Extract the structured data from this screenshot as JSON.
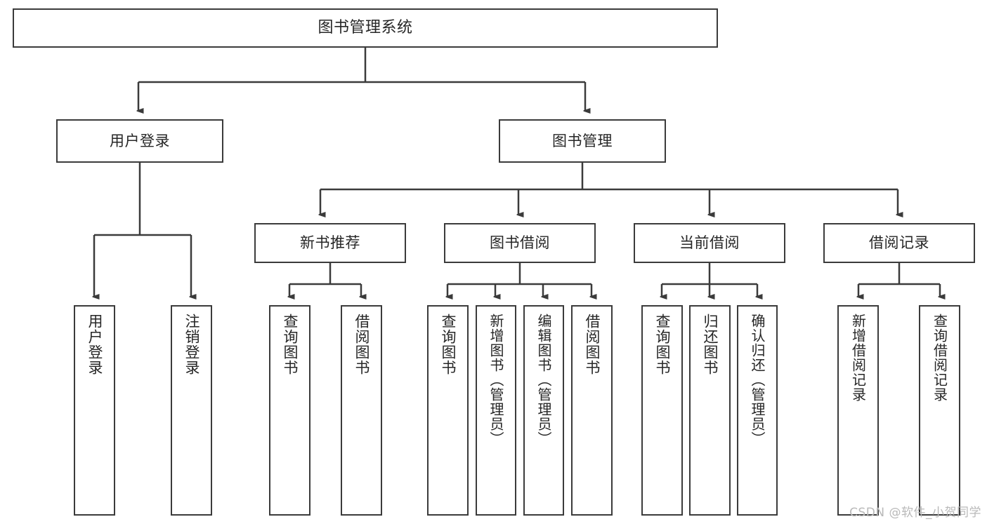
{
  "diagram": {
    "type": "tree-hierarchy",
    "title": "图书管理系统",
    "watermark": "CSDN @软件_小贺同学",
    "colors": {
      "box_border": "#3b3b3b",
      "box_fill": "#ffffff",
      "connector": "#3b3b3b",
      "text": "#262626",
      "watermark": "#b9b9b9",
      "background": "#ffffff"
    },
    "levels": {
      "root": "图书管理系统",
      "level2": [
        "用户登录",
        "图书管理"
      ],
      "level3": [
        "新书推荐",
        "图书借阅",
        "当前借阅",
        "借阅记录"
      ]
    },
    "nodes": {
      "root": {
        "label": "图书管理系统"
      },
      "user_login": {
        "label": "用户登录"
      },
      "book_manage": {
        "label": "图书管理"
      },
      "new_book_rec": {
        "label": "新书推荐"
      },
      "book_borrow": {
        "label": "图书借阅"
      },
      "current_borrow": {
        "label": "当前借阅"
      },
      "borrow_record": {
        "label": "借阅记录"
      },
      "leaf_user_login": {
        "label": "用户登录"
      },
      "leaf_logout": {
        "label": "注销登录"
      },
      "leaf_query_book_a": {
        "label": "查询图书"
      },
      "leaf_borrow_book_a": {
        "label": "借阅图书"
      },
      "leaf_query_book_b": {
        "label": "查询图书"
      },
      "leaf_add_book": {
        "label": "新增图书（管理员）"
      },
      "leaf_edit_book": {
        "label": "编辑图书（管理员）"
      },
      "leaf_borrow_book_b": {
        "label": "借阅图书"
      },
      "leaf_query_book_c": {
        "label": "查询图书"
      },
      "leaf_return_book": {
        "label": "归还图书"
      },
      "leaf_confirm_return": {
        "label": "确认归还（管理员）"
      },
      "leaf_add_record": {
        "label": "新增借阅记录"
      },
      "leaf_query_record": {
        "label": "查询借阅记录"
      }
    },
    "edges": [
      {
        "from": "root",
        "to": "user_login"
      },
      {
        "from": "root",
        "to": "book_manage"
      },
      {
        "from": "user_login",
        "to": "leaf_user_login"
      },
      {
        "from": "user_login",
        "to": "leaf_logout"
      },
      {
        "from": "book_manage",
        "to": "new_book_rec"
      },
      {
        "from": "book_manage",
        "to": "book_borrow"
      },
      {
        "from": "book_manage",
        "to": "current_borrow"
      },
      {
        "from": "book_manage",
        "to": "borrow_record"
      },
      {
        "from": "new_book_rec",
        "to": "leaf_query_book_a"
      },
      {
        "from": "new_book_rec",
        "to": "leaf_borrow_book_a"
      },
      {
        "from": "book_borrow",
        "to": "leaf_query_book_b"
      },
      {
        "from": "book_borrow",
        "to": "leaf_add_book"
      },
      {
        "from": "book_borrow",
        "to": "leaf_edit_book"
      },
      {
        "from": "book_borrow",
        "to": "leaf_borrow_book_b"
      },
      {
        "from": "current_borrow",
        "to": "leaf_query_book_c"
      },
      {
        "from": "current_borrow",
        "to": "leaf_return_book"
      },
      {
        "from": "current_borrow",
        "to": "leaf_confirm_return"
      },
      {
        "from": "borrow_record",
        "to": "leaf_add_record"
      },
      {
        "from": "borrow_record",
        "to": "leaf_query_record"
      }
    ]
  }
}
